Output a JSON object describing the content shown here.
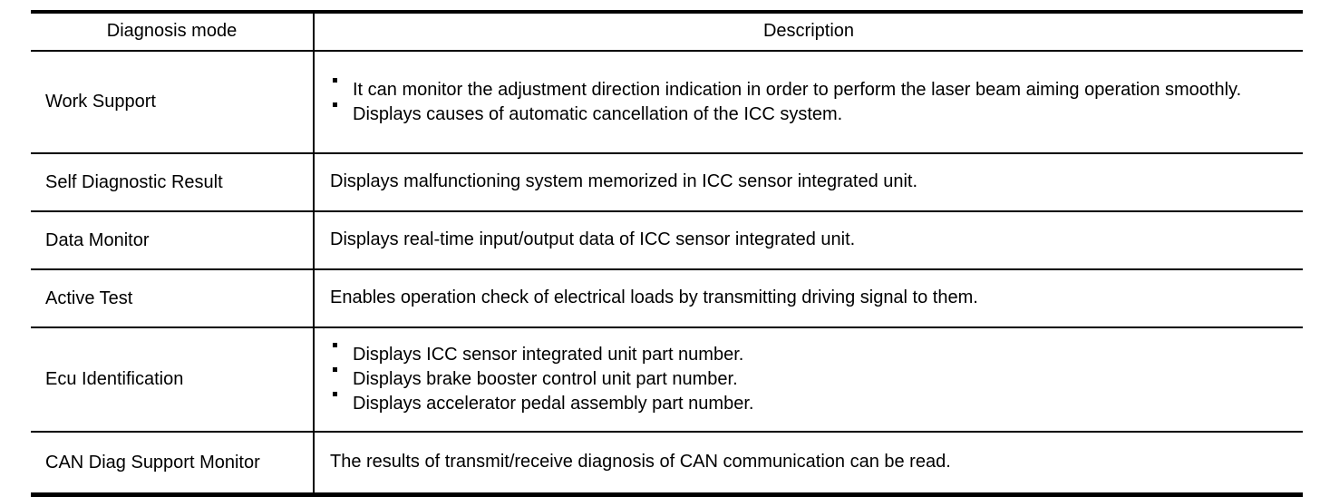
{
  "table": {
    "headers": {
      "mode": "Diagnosis mode",
      "description": "Description"
    },
    "rows": [
      {
        "mode": "Work Support",
        "bullets": [
          "It can monitor the adjustment direction indication in order to perform the laser beam aiming operation smoothly.",
          "Displays causes of automatic cancellation of the ICC system."
        ]
      },
      {
        "mode": "Self Diagnostic Result",
        "text": "Displays malfunctioning system memorized in ICC sensor integrated unit."
      },
      {
        "mode": "Data Monitor",
        "text": "Displays real-time input/output data of ICC sensor integrated unit."
      },
      {
        "mode": "Active Test",
        "text": "Enables operation check of electrical loads by transmitting driving signal to them."
      },
      {
        "mode": "Ecu Identification",
        "bullets": [
          "Displays ICC sensor integrated unit part number.",
          "Displays brake booster control unit part number.",
          "Displays accelerator pedal assembly part number."
        ]
      },
      {
        "mode": "CAN Diag Support Monitor",
        "text": "The results of transmit/receive diagnosis of CAN communication can be read."
      }
    ]
  }
}
